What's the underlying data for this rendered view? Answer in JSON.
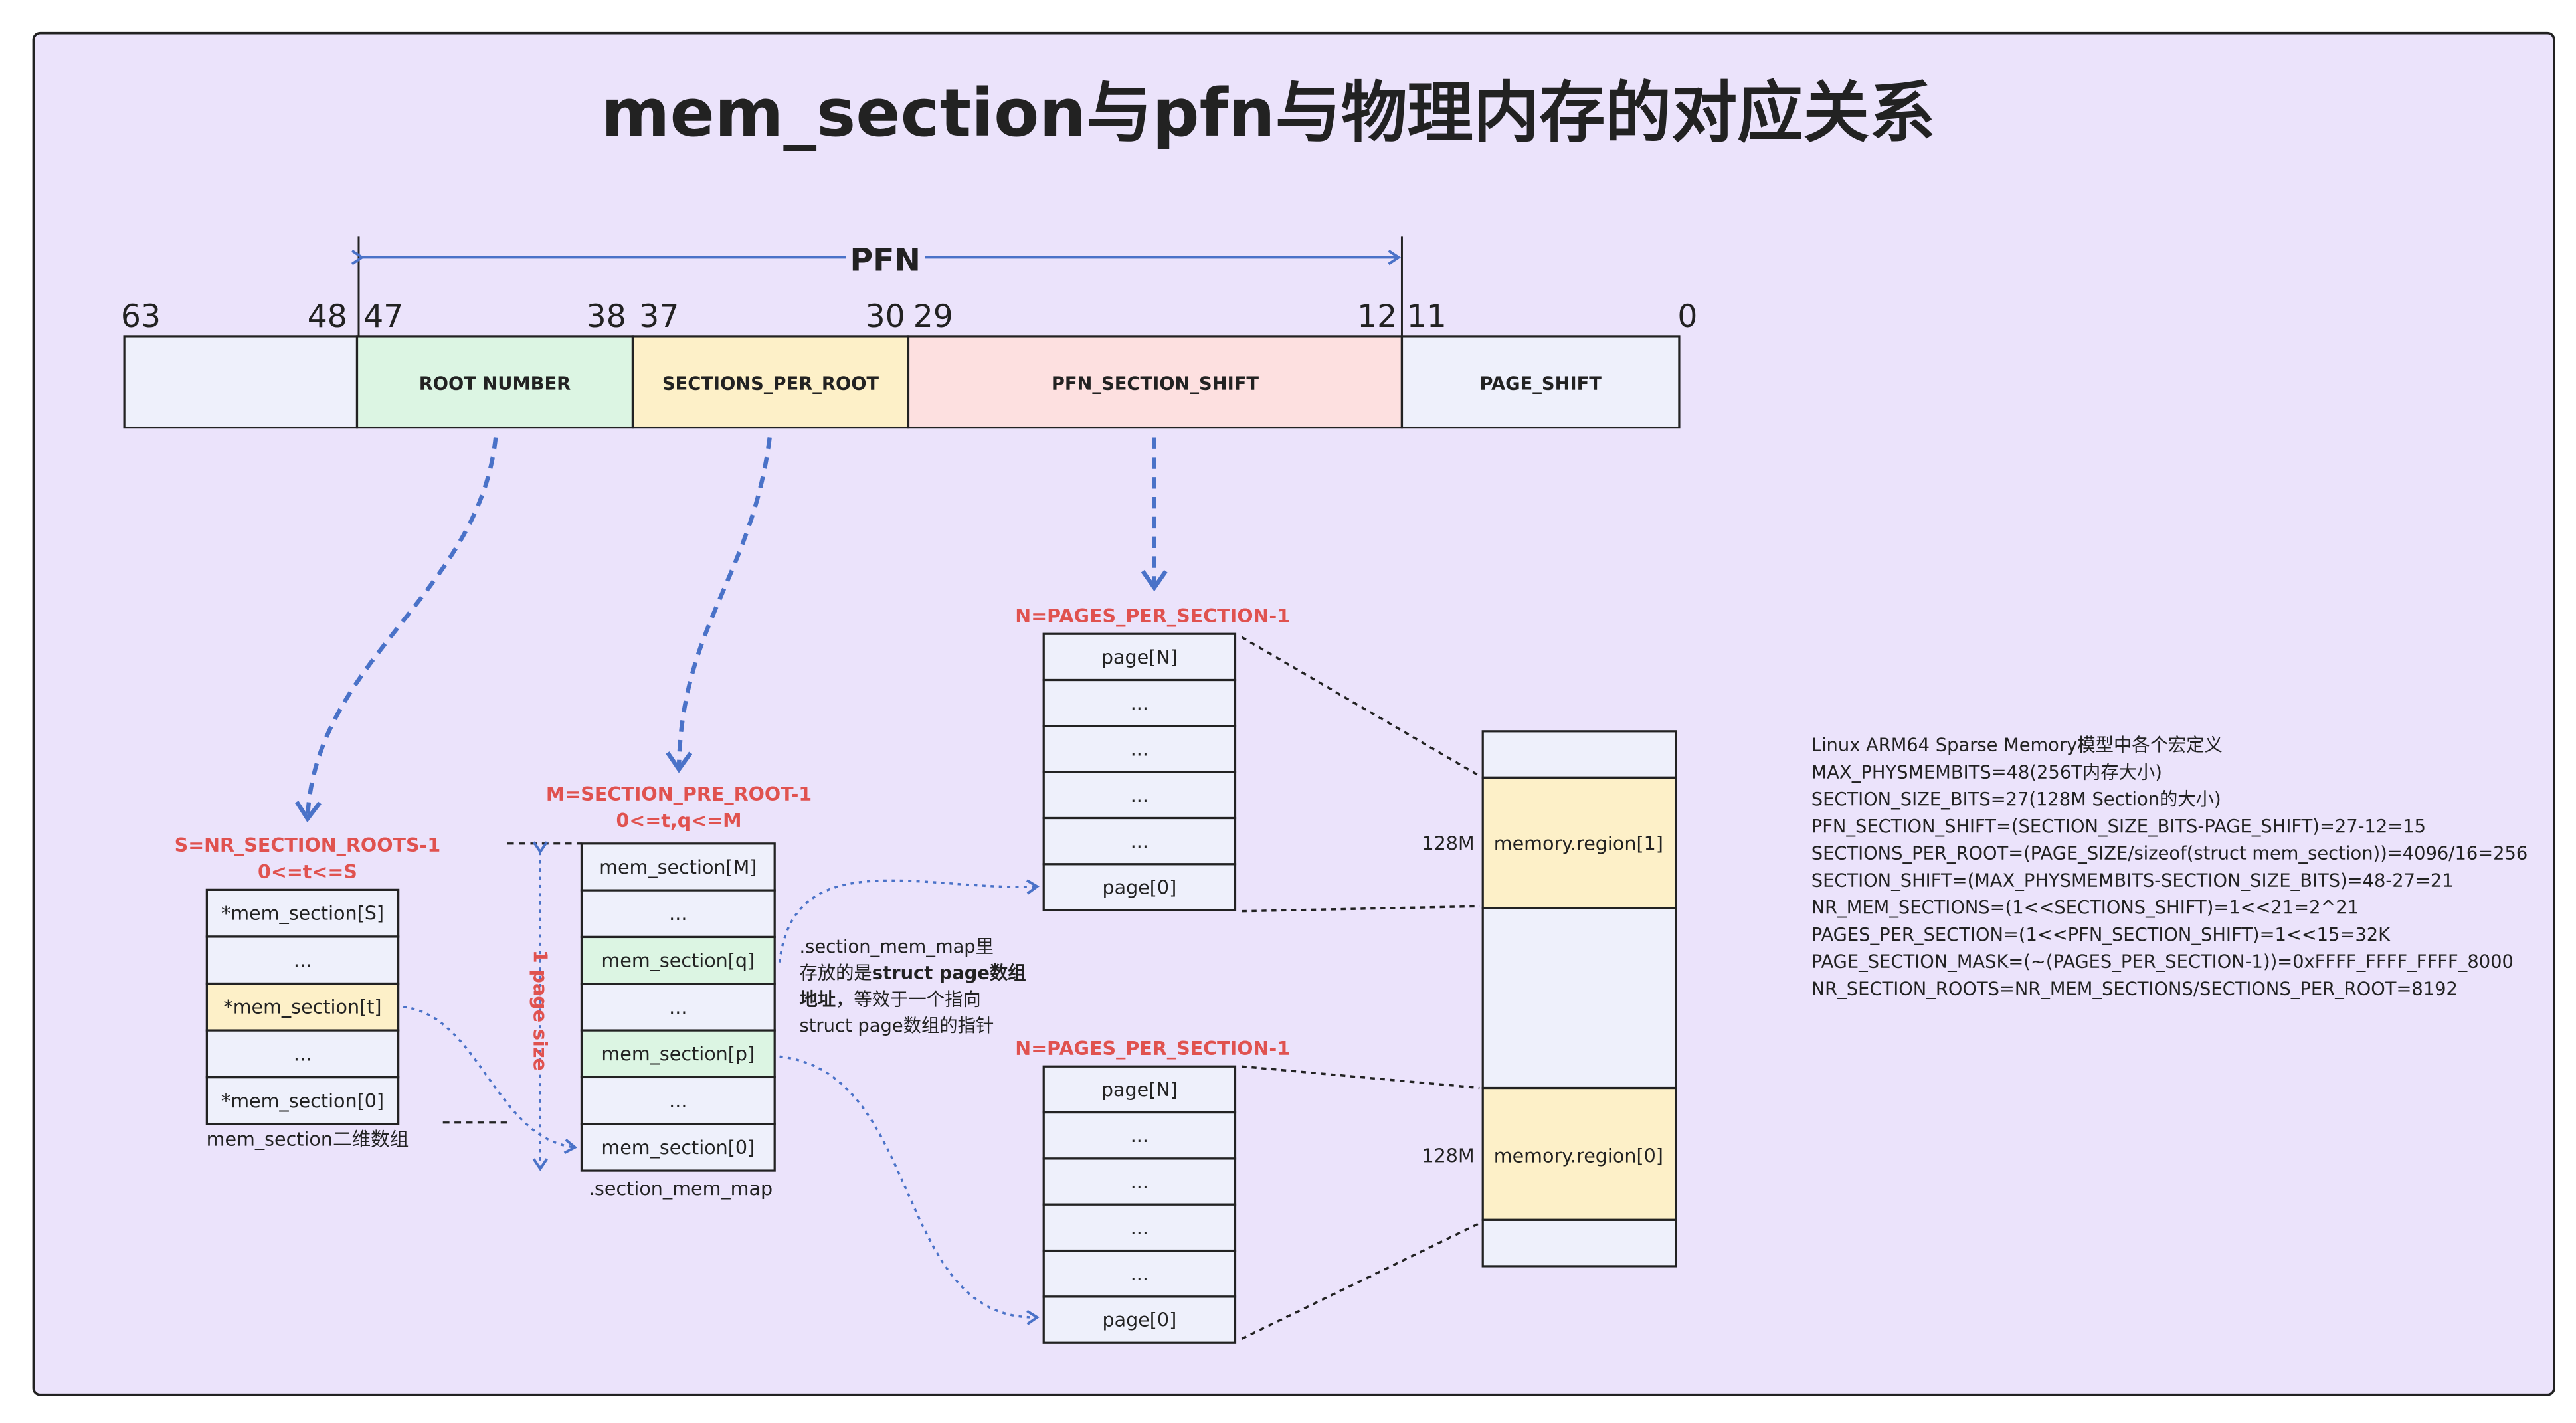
{
  "title": "mem_section与pfn与物理内存的对应关系",
  "pfn_label": "PFN",
  "bits": [
    "63",
    "48",
    "47",
    "38",
    "37",
    "30",
    "29",
    "12",
    "11",
    "0"
  ],
  "fields": [
    {
      "label": "",
      "color": "#eef0fb"
    },
    {
      "label": "ROOT NUMBER",
      "color": "#dcf5e3"
    },
    {
      "label": "SECTIONS_PER_ROOT",
      "color": "#fdf0c8"
    },
    {
      "label": "PFN_SECTION_SHIFT",
      "color": "#fde0e0"
    },
    {
      "label": "PAGE_SHIFT",
      "color": "#eef0fb"
    }
  ],
  "root_table": {
    "label": "S=NR_SECTION_ROOTS-1",
    "range": "0<=t<=S",
    "rows": [
      "*mem_section[S]",
      "...",
      "*mem_section[t]",
      "...",
      "*mem_section[0]"
    ],
    "caption": "mem_section二维数组"
  },
  "section_table": {
    "label": "M=SECTION_PRE_ROOT-1",
    "range": "0<=t,q<=M",
    "rows": [
      "mem_section[M]",
      "...",
      "mem_section[q]",
      "...",
      "mem_section[p]",
      "...",
      "mem_section[0]"
    ],
    "caption": ".section_mem_map",
    "page_size_label": "1 page size"
  },
  "note": {
    "line1": ".section_mem_map里",
    "line2_a": "存放的是",
    "line2_b": "struct page数组",
    "line3_a": "地址",
    "line3_b": "，等效于一个指向",
    "line4": "struct page数组的指针"
  },
  "page_tables": [
    {
      "label": "N=PAGES_PER_SECTION-1",
      "rows": [
        "page[N]",
        "...",
        "...",
        "...",
        "...",
        "page[0]"
      ]
    },
    {
      "label": "N=PAGES_PER_SECTION-1",
      "rows": [
        "page[N]",
        "...",
        "...",
        "...",
        "...",
        "page[0]"
      ]
    }
  ],
  "memory": {
    "regions": [
      "memory.region[1]",
      "memory.region[0]"
    ],
    "sizes": [
      "128M",
      "128M"
    ]
  },
  "macros": [
    "Linux ARM64 Sparse Memory模型中各个宏定义",
    "MAX_PHYSMEMBITS=48(256T内存大小)",
    "SECTION_SIZE_BITS=27(128M Section的大小)",
    "PFN_SECTION_SHIFT=(SECTION_SIZE_BITS-PAGE_SHIFT)=27-12=15",
    "SECTIONS_PER_ROOT=(PAGE_SIZE/sizeof(struct mem_section))=4096/16=256",
    "SECTION_SHIFT=(MAX_PHYSMEMBITS-SECTION_SIZE_BITS)=48-27=21",
    "NR_MEM_SECTIONS=(1<<SECTIONS_SHIFT)=1<<21=2^21",
    "PAGES_PER_SECTION=(1<<PFN_SECTION_SHIFT)=1<<15=32K",
    "PAGE_SECTION_MASK=(~(PAGES_PER_SECTION-1))=0xFFFF_FFFF_FFFF_8000",
    "NR_SECTION_ROOTS=NR_MEM_SECTIONS/SECTIONS_PER_ROOT=8192"
  ],
  "colors": {
    "background": "#ebe3fb",
    "arrow": "#4a72c8",
    "label_red": "#e0524f",
    "yellow": "#fdf0c8",
    "green": "#dcf5e3",
    "light": "#eef0fb"
  }
}
